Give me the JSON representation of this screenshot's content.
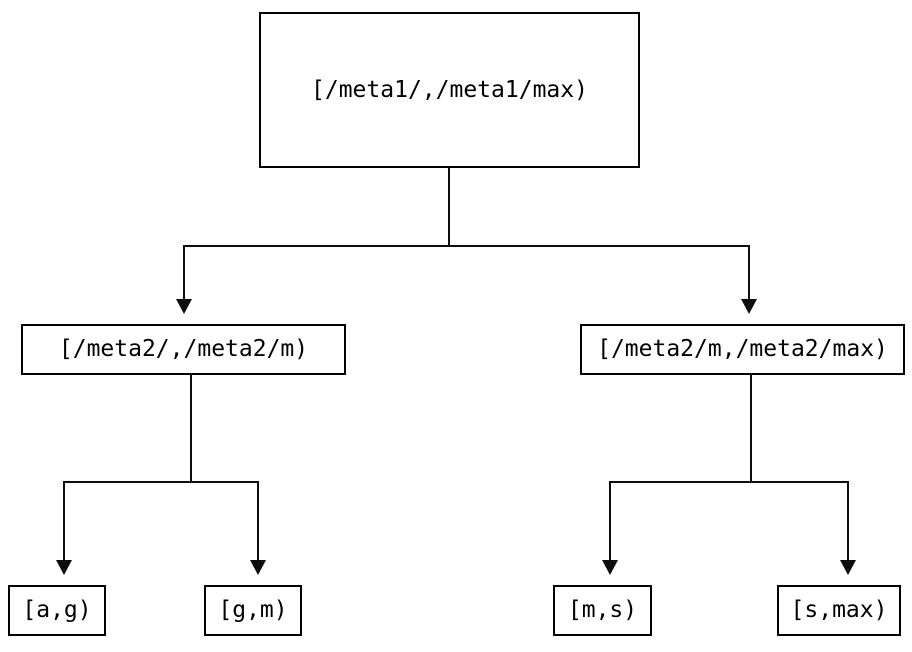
{
  "diagram": {
    "type": "tree",
    "title": "",
    "background_color": "#ffffff",
    "stroke_color": "#000000",
    "text_color": "#000000",
    "nodes": {
      "root": {
        "label": "[/meta1/,/meta1/max)"
      },
      "mid_left": {
        "label": "[/meta2/,/meta2/m)"
      },
      "mid_right": {
        "label": "[/meta2/m,/meta2/max)"
      },
      "leaf_1": {
        "label": "[a,g)"
      },
      "leaf_2": {
        "label": "[g,m)"
      },
      "leaf_3": {
        "label": "[m,s)"
      },
      "leaf_4": {
        "label": "[s,max)"
      }
    },
    "edges": [
      {
        "from": "root",
        "to": "mid_left"
      },
      {
        "from": "root",
        "to": "mid_right"
      },
      {
        "from": "mid_left",
        "to": "leaf_1"
      },
      {
        "from": "mid_left",
        "to": "leaf_2"
      },
      {
        "from": "mid_right",
        "to": "leaf_3"
      },
      {
        "from": "mid_right",
        "to": "leaf_4"
      }
    ]
  }
}
